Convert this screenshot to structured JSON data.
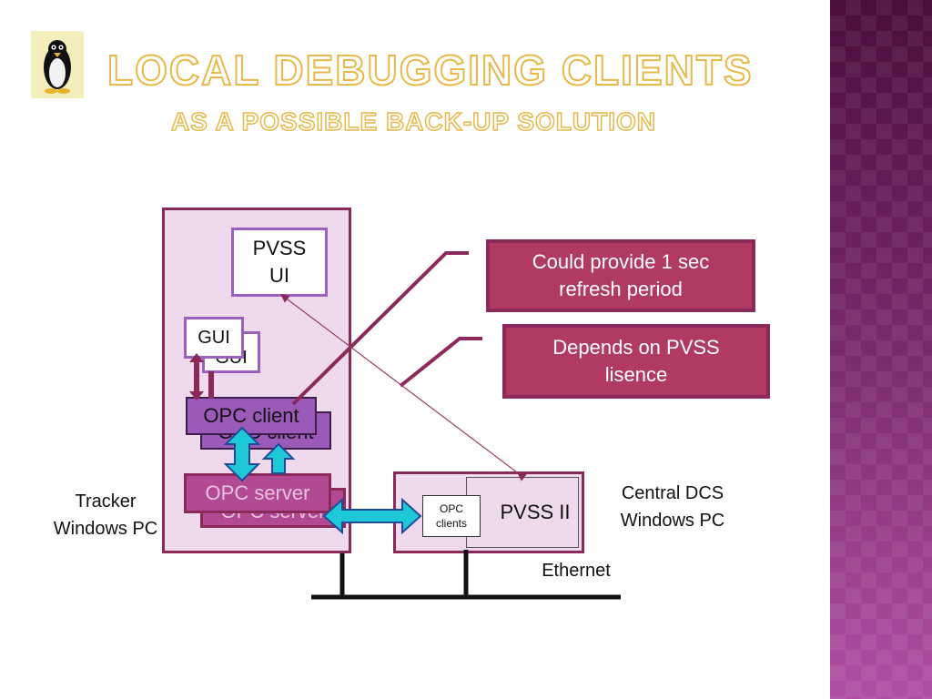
{
  "slide": {
    "title": "Local debugging clients",
    "subtitle": "as a possible back-up solution"
  },
  "diagram": {
    "pvss_ui_label": "PVSS UI",
    "gui_label": "GUI",
    "opc_client_label": "OPC client",
    "opc_server_label": "OPC server",
    "pvss_ii_label": "PVSS II",
    "opc_clients_label": "OPC clients",
    "tracker_pc_label": "Tracker Windows PC",
    "central_pc_label": "Central DCS Windows PC",
    "ethernet_label": "Ethernet",
    "callout_refresh": "Could provide 1 sec refresh period",
    "callout_licence": "Depends on PVSS lisence"
  },
  "colors": {
    "accent_title": "#e7b84a",
    "pc_border": "#8b2a5a",
    "callout_fill": "#b13a62",
    "arrow_fill": "#1ec8d6"
  },
  "icons": {
    "logo": "penguin-icon"
  }
}
